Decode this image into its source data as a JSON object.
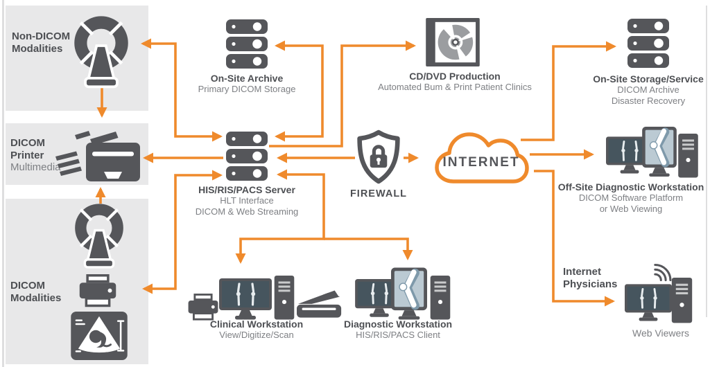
{
  "left_panel": {
    "non_dicom": {
      "line1": "Non-DICOM",
      "line2": "Modalities"
    },
    "dicom_printer": {
      "line1": "DICOM",
      "line2": "Printer",
      "sub": "Multimedia"
    },
    "dicom_modalities": {
      "line1": "DICOM",
      "line2": "Modalities"
    }
  },
  "nodes": {
    "onsite_archive": {
      "title": "On-Site Archive",
      "sub1": "Primary DICOM Storage"
    },
    "cd_dvd": {
      "title": "CD/DVD Production",
      "sub1": "Automated Bum & Print Patient Clinics"
    },
    "onsite_storage": {
      "title": "On-Site Storage/Service",
      "sub1": "DICOM Archive",
      "sub2": "Disaster Recovery"
    },
    "his_server": {
      "title": "HIS/RIS/PACS Server",
      "sub1": "HLT Interface",
      "sub2": "DICOM & Web Streaming"
    },
    "firewall": {
      "title": "FIREWALL"
    },
    "internet": {
      "title": "INTERNET"
    },
    "offsite_ws": {
      "title": "Off-Site Diagnostic Workstation",
      "sub1": "DICOM Software Platform",
      "sub2": "or Web Viewing"
    },
    "clinical_ws": {
      "title": "Clinical Workstation",
      "sub1": "View/Digitize/Scan"
    },
    "diagnostic_ws": {
      "title": "Diagnostic Workstation",
      "sub1": "HIS/RIS/PACS Client"
    },
    "internet_physicians": {
      "line1": "Internet",
      "line2": "Physicians"
    },
    "web_viewers": {
      "title": "Web Viewers"
    }
  },
  "colors": {
    "accent_orange": "#EF8A2C",
    "icon_dark": "#55565A",
    "panel_gray": "#E8E8E9",
    "title_text": "#4D4F53",
    "sub_text": "#7D7F83",
    "screen_dark": "#46555E",
    "screen_light": "#BBCAD3"
  }
}
